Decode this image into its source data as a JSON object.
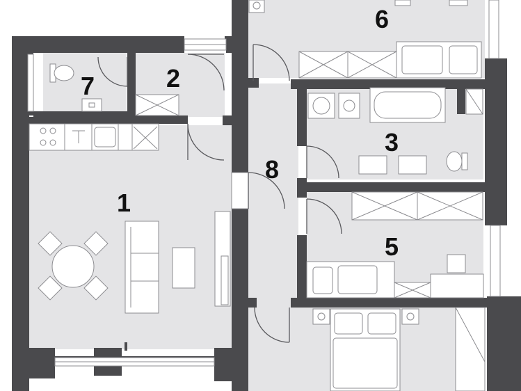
{
  "colors": {
    "wall": "#4a4a4d",
    "floor": "#e4e4e6",
    "furniture_fill": "#ffffff",
    "furniture_stroke": "#8c8c90",
    "door_stroke": "#5a5a5e",
    "label": "#111111",
    "background": "#ffffff"
  },
  "rooms": [
    {
      "id": "living-kitchen",
      "label": "1"
    },
    {
      "id": "entry-hall",
      "label": "2"
    },
    {
      "id": "bathroom",
      "label": "3"
    },
    {
      "id": "bedroom-5",
      "label": "5"
    },
    {
      "id": "bedroom-6",
      "label": "6"
    },
    {
      "id": "wc",
      "label": "7"
    },
    {
      "id": "corridor",
      "label": "8"
    }
  ],
  "icons": {
    "sink": "sink-icon",
    "toilet": "toilet-icon",
    "bathtub": "bathtub-icon",
    "washer": "washing-machine-icon",
    "cooktop": "cooktop-icon",
    "bed": "bed-icon",
    "sofa": "sofa-icon",
    "dining": "dining-table-icon",
    "wardrobe": "wardrobe-icon",
    "door": "door-swing-icon"
  }
}
